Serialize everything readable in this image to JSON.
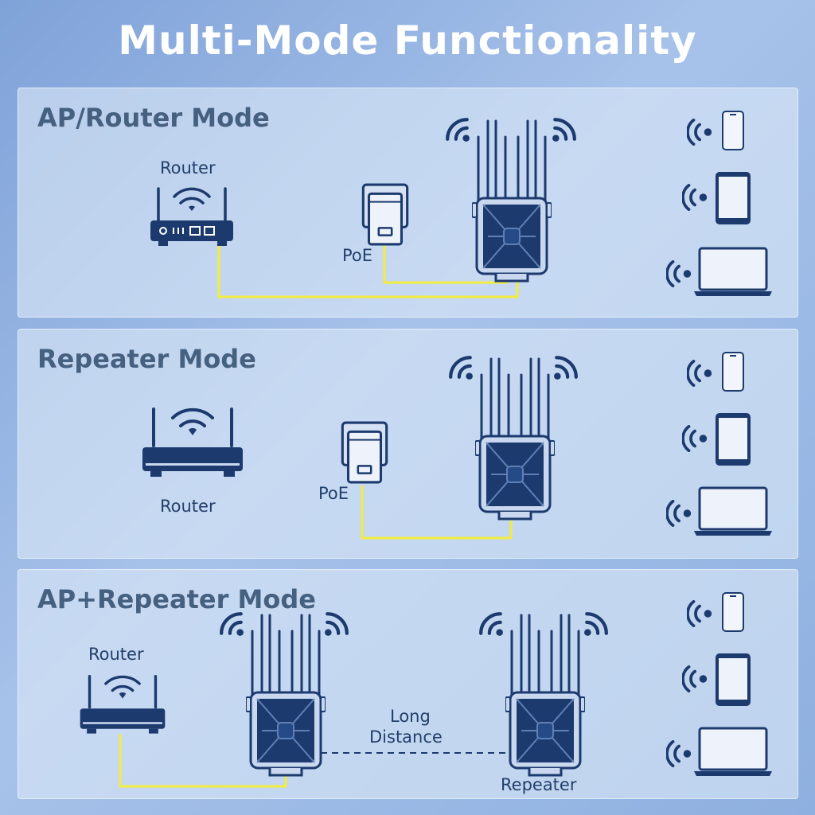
{
  "title": "Multi-Mode Functionality",
  "modes": [
    {
      "title": "AP/Router Mode",
      "router_label": "Router",
      "poe_label": "PoE"
    },
    {
      "title": "Repeater Mode",
      "router_label": "Router",
      "poe_label": "PoE"
    },
    {
      "title": "AP+Repeater Mode",
      "router_label": "Router",
      "distance_label_line1": "Long",
      "distance_label_line2": "Distance",
      "repeater_label": "Repeater"
    }
  ],
  "colors": {
    "device": "#1c3a6e",
    "cable": "#f2ec3f",
    "panel_title": "#46607f"
  },
  "icons": [
    "router-icon",
    "poe-adapter-icon",
    "extender-icon",
    "wifi-signal-icon",
    "phone-icon",
    "tablet-icon",
    "laptop-icon"
  ]
}
